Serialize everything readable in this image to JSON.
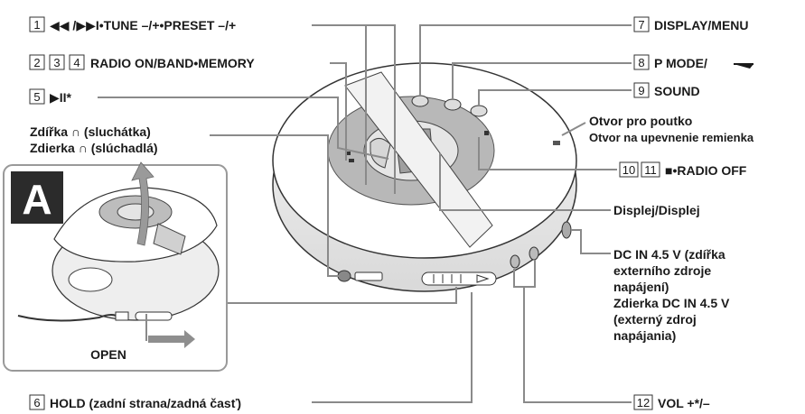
{
  "callouts": {
    "c1": {
      "num": "1",
      "text": "◀◀ /▶▶I•TUNE –/+•PRESET –/+"
    },
    "c2": {
      "nums": [
        "2",
        "3",
        "4"
      ],
      "text": "RADIO ON/BAND•MEMORY"
    },
    "c5": {
      "num": "5",
      "text": "▶II*"
    },
    "c6": {
      "num": "6",
      "text": "HOLD (zadní strana/zadná časť)"
    },
    "c7": {
      "num": "7",
      "text": "DISPLAY/MENU"
    },
    "c8": {
      "num": "8",
      "text": "P MODE/"
    },
    "c9": {
      "num": "9",
      "text": "SOUND"
    },
    "c10": {
      "nums": [
        "10",
        "11"
      ],
      "text": "■•RADIO OFF"
    },
    "c12": {
      "num": "12",
      "text": "VOL +*/–"
    }
  },
  "labels": {
    "headphones_cz": "Zdířka ∩ (sluchátka)",
    "headphones_sk": "Zdierka ∩ (slúchadlá)",
    "strap_cz": "Otvor pro poutko",
    "strap_sk": "Otvor na upevnenie remienka",
    "display": "Displej/Displej",
    "dcin": [
      "DC IN 4.5 V (zdířka",
      "externího zdroje",
      "napájení)",
      "Zdierka DC IN 4.5 V",
      "(externý zdroj",
      "napájania)"
    ]
  },
  "inset": {
    "letter": "A",
    "caption": "OPEN"
  },
  "colors": {
    "ring": "#b8b8b8",
    "leader": "#8a8a8a",
    "inset_border": "#999999"
  }
}
